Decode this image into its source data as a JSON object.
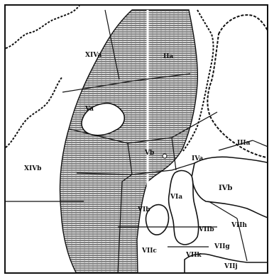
{
  "colors": {
    "ink": "#111111",
    "hatch": "#5a5a5a",
    "paper": "#ffffff"
  },
  "map": {
    "labels": {
      "xiva": "XIVa",
      "xivb": "XIVb",
      "va": "Va",
      "vb": "Vb",
      "vib": "VIb",
      "via": "VIa",
      "vii_b": "VIIb",
      "vii_c": "VIIc",
      "vii_g": "VIIg",
      "vii_h": "VIIh",
      "vii_k": "VIIk",
      "vii_j": "VIIj",
      "iva": "IVa",
      "ivb": "IVb",
      "i_upper": "IIa",
      "iii": "IIIa"
    }
  }
}
